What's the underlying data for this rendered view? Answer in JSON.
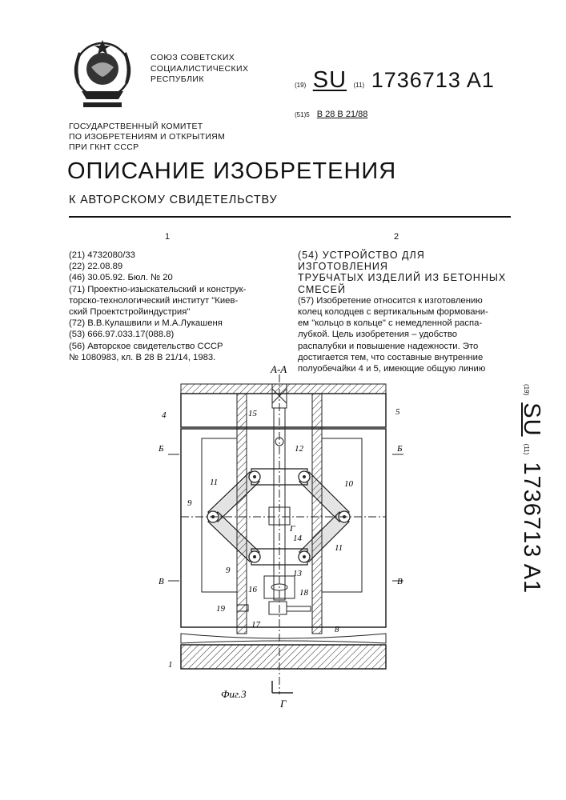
{
  "header": {
    "union_lines": [
      "СОЮЗ СОВЕТСКИХ",
      "СОЦИАЛИСТИЧЕСКИХ",
      "РЕСПУБЛИК"
    ],
    "pub_tag1": "(19)",
    "pub_country": "SU",
    "pub_tag2": "(11)",
    "pub_number": "1736713 A1",
    "ipc_tag": "(51)5",
    "ipc_code": "В 28 В 21/88",
    "committee_lines": [
      "ГОСУДАРСТВЕННЫЙ КОМИТЕТ",
      "ПО ИЗОБРЕТЕНИЯМ И ОТКРЫТИЯМ",
      "ПРИ ГКНТ СССР"
    ]
  },
  "title": "ОПИСАНИЕ ИЗОБРЕТЕНИЯ",
  "subtitle": "К АВТОРСКОМУ СВИДЕТЕЛЬСТВУ",
  "column_numbers": [
    "1",
    "2"
  ],
  "biblio_lines": [
    "(21) 4732080/33",
    "(22) 22.08.89",
    "(46) 30.05.92. Бюл. № 20",
    "(71) Проектно-изыскательский и конструк-",
    "торско-технологический институт \"Киев-",
    "ский Проектстройиндустрия\"",
    "(72) В.В.Кулашвили и М.А.Лукашеня",
    "(53) 666.97.033.17(088.8)",
    "(56) Авторское свидетельство СССР",
    "№ 1080983, кл. В 28 В 21/14, 1983."
  ],
  "invention_title_lines": [
    "(54) УСТРОЙСТВО ДЛЯ ИЗГОТОВЛЕНИЯ",
    "ТРУБЧАТЫХ ИЗДЕЛИЙ ИЗ БЕТОННЫХ",
    "СМЕСЕЙ"
  ],
  "abstract_lines": [
    "(57) Изобретение относится к изготовлению",
    "колец колодцев с вертикальным формовани-",
    "ем \"кольцо в кольце\" с немедленной распа-",
    "лубкой. Цель изобретения – удобство",
    "распалубки и повышение надежности. Это",
    "достигается тем, что составные внутренние",
    "полуобечайки 4 и 5, имеющие общую линию"
  ],
  "side_stamp": {
    "tag1": "(19)",
    "country": "SU",
    "tag2": "(11)",
    "number": "1736713 A1"
  },
  "figure": {
    "section_label": "А-А",
    "caption": "Фиг.3",
    "cut_label": "Г",
    "labels": {
      "l1": "1",
      "l4": "4",
      "l5": "5",
      "l8": "8",
      "l9a": "9",
      "l9b": "9",
      "l10": "10",
      "l11a": "11",
      "l11b": "11",
      "l12": "12",
      "l13": "13",
      "l14": "14",
      "l15": "15",
      "l16": "16",
      "l17": "17",
      "l18": "18",
      "l19": "19",
      "lG": "Г",
      "b6L": "Б",
      "b6R": "Б",
      "v1": "В",
      "v2": "В"
    }
  }
}
